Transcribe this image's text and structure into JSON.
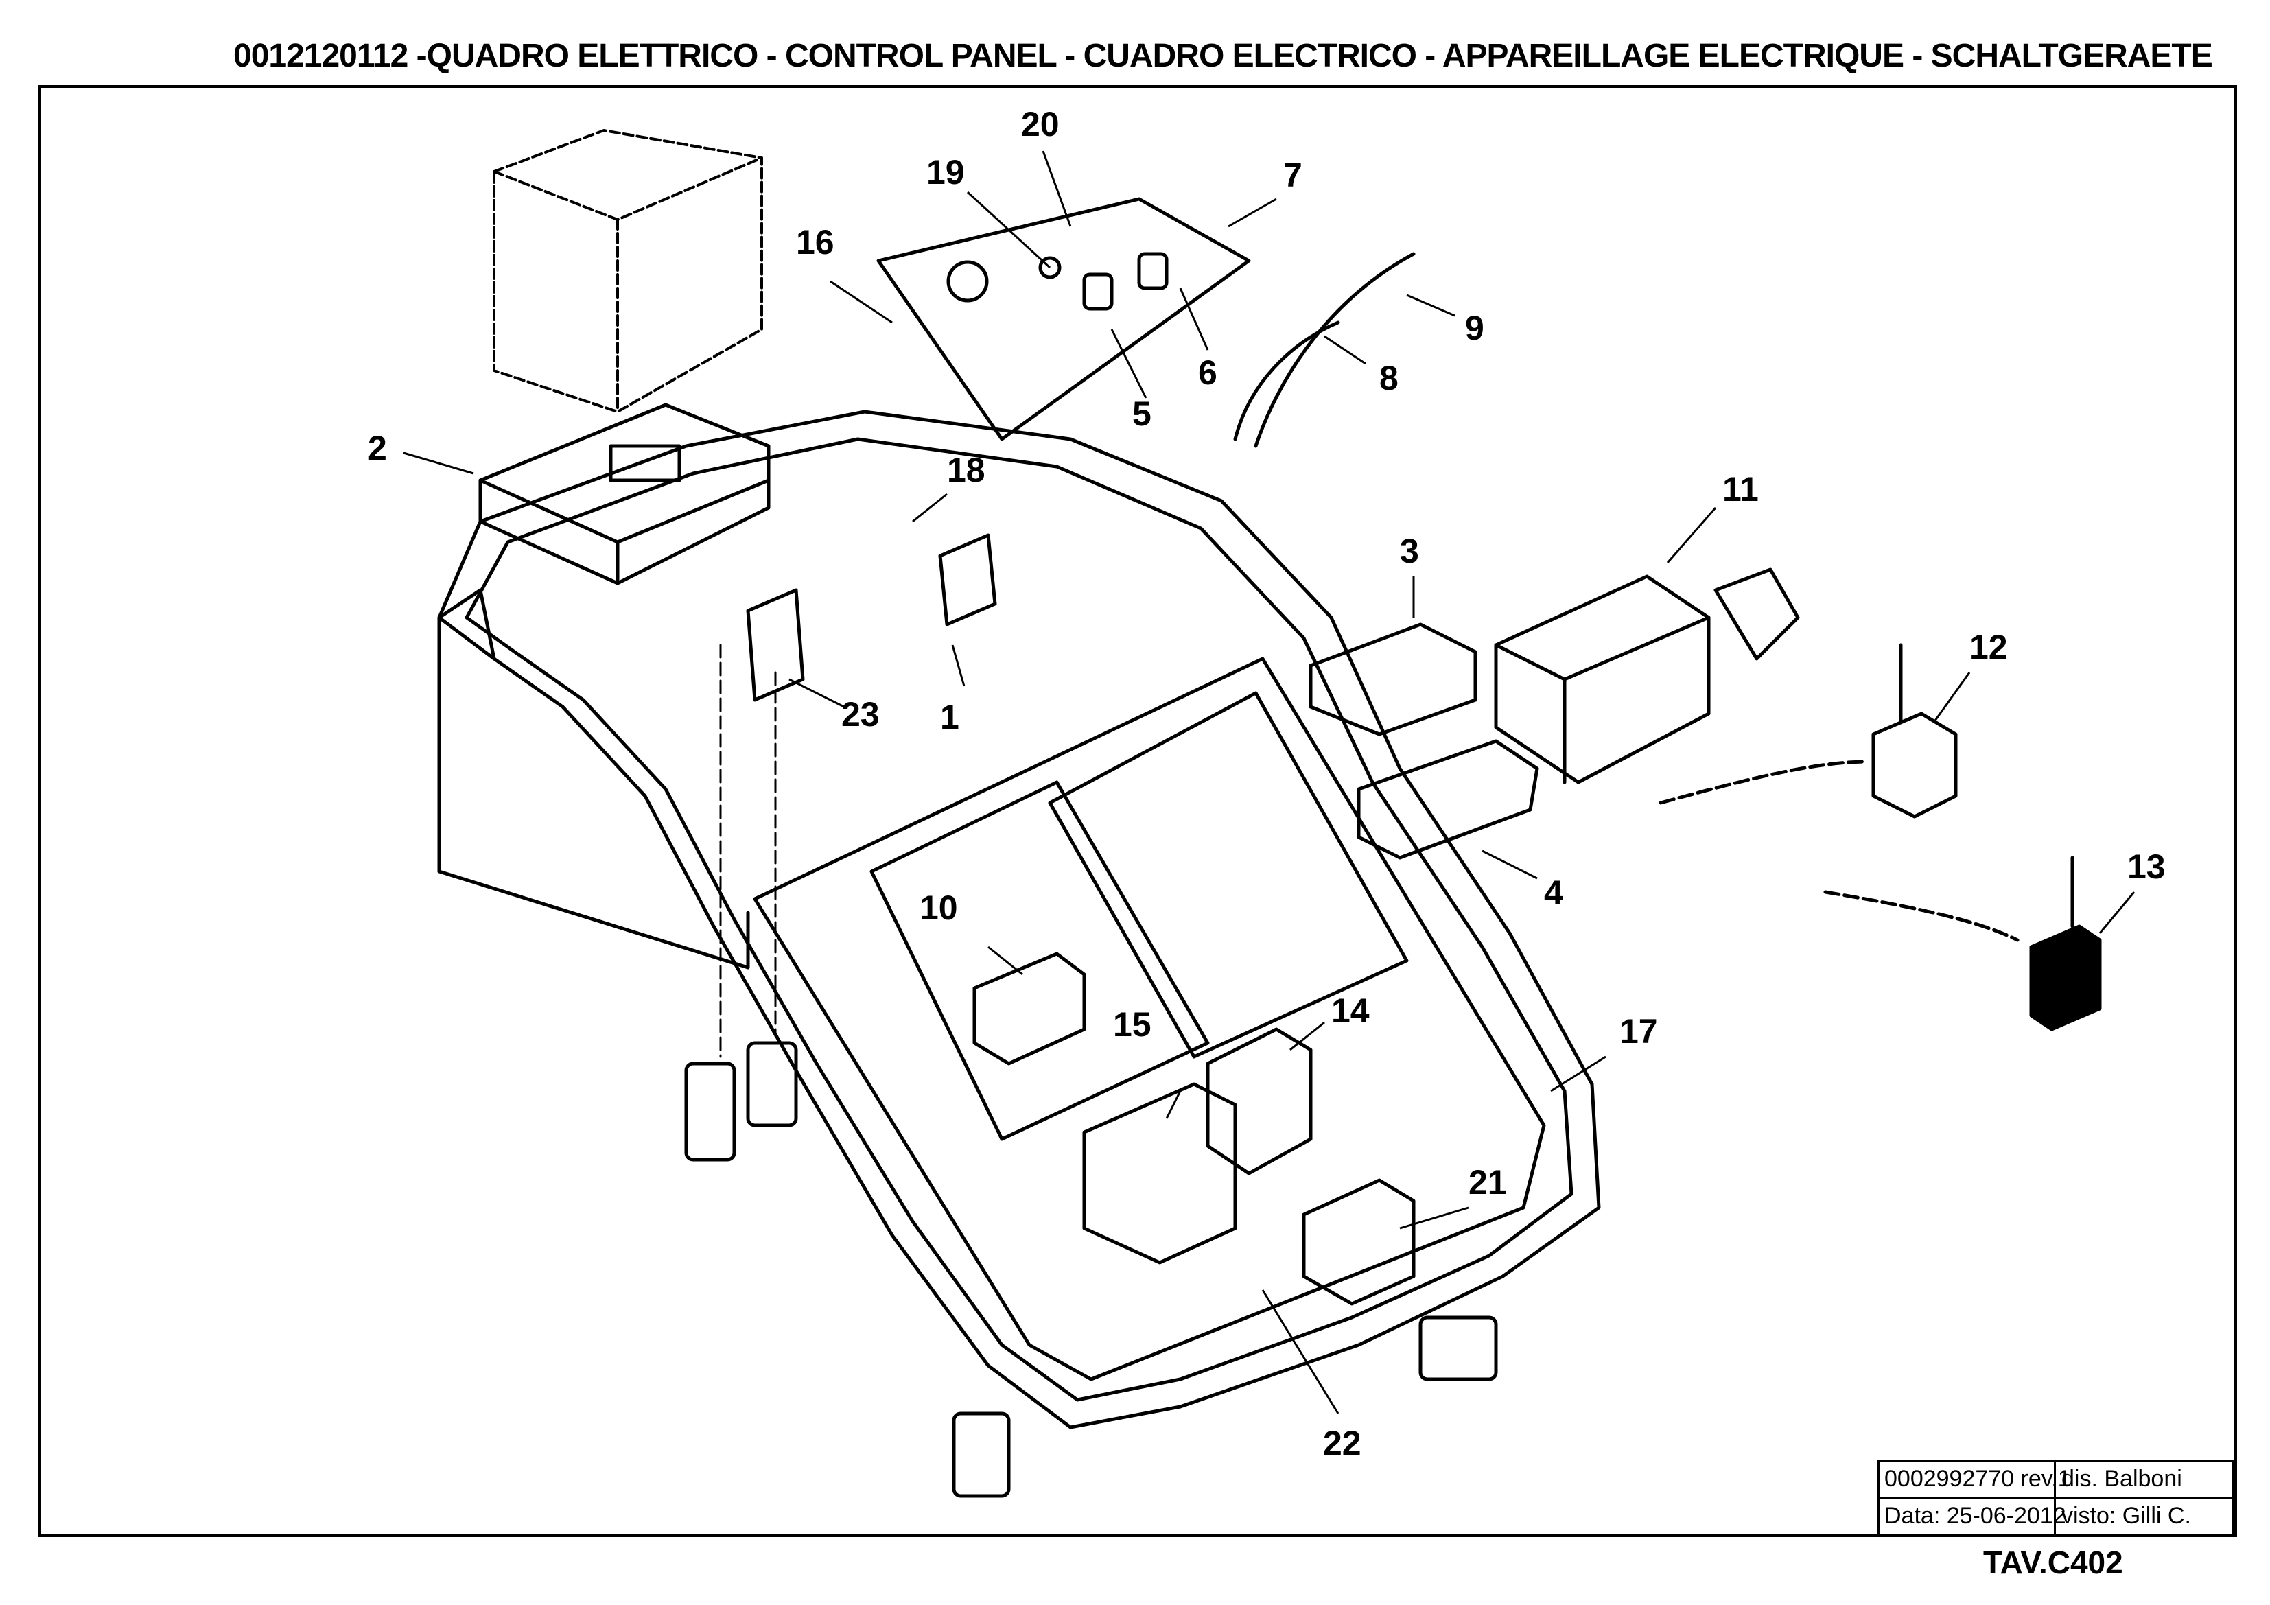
{
  "title": "0012120112 -QUADRO ELETTRICO - CONTROL PANEL - CUADRO ELECTRICO - APPAREILLAGE ELECTRIQUE - SCHALTGERAETE",
  "title_block": {
    "drawing_number": "0002992770 rev.1",
    "drawn_by": "dis. Balboni",
    "date": "Data: 25-06-2012",
    "checked_by": "visto: Gilli C.",
    "sheet": "TAV.C402"
  },
  "callouts": [
    "1",
    "2",
    "3",
    "4",
    "5",
    "6",
    "7",
    "8",
    "9",
    "10",
    "11",
    "12",
    "13",
    "14",
    "15",
    "16",
    "17",
    "18",
    "19",
    "20",
    "21",
    "22",
    "23"
  ]
}
